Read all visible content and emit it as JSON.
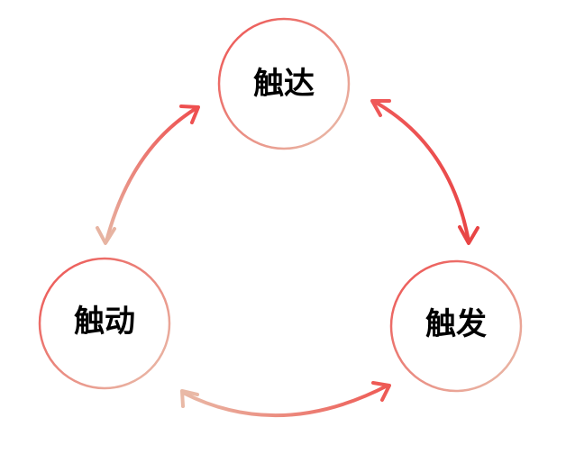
{
  "nodes": {
    "top": {
      "label": "触达"
    },
    "left": {
      "label": "触动"
    },
    "right": {
      "label": "触发"
    }
  },
  "colors": {
    "accent_red": "#ee5555",
    "accent_peach": "#e9b7a6",
    "text": "#000000",
    "background": "#ffffff"
  }
}
